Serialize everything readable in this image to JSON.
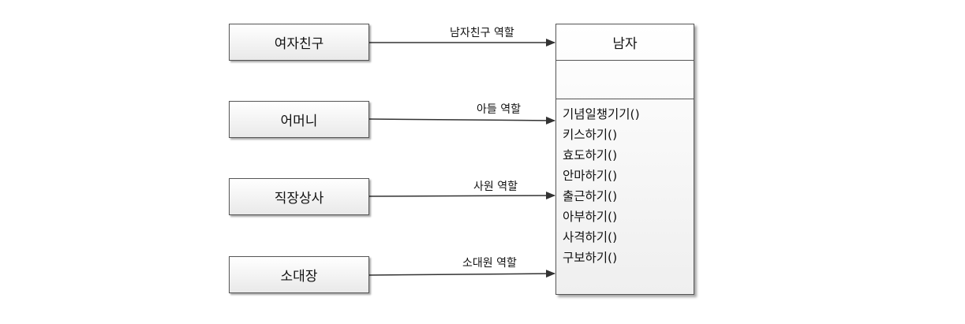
{
  "class_box": {
    "name": "남자",
    "operations": [
      "기념일챙기기()",
      "키스하기()",
      "효도하기()",
      "안마하기()",
      "출근하기()",
      "아부하기()",
      "사격하기()",
      "구보하기()"
    ]
  },
  "actors": [
    {
      "name": "여자친구",
      "relation_label": "남자친구 역할"
    },
    {
      "name": "어머니",
      "relation_label": "아들 역할"
    },
    {
      "name": "직장상사",
      "relation_label": "사원 역할"
    },
    {
      "name": "소대장",
      "relation_label": "소대원 역할"
    }
  ]
}
